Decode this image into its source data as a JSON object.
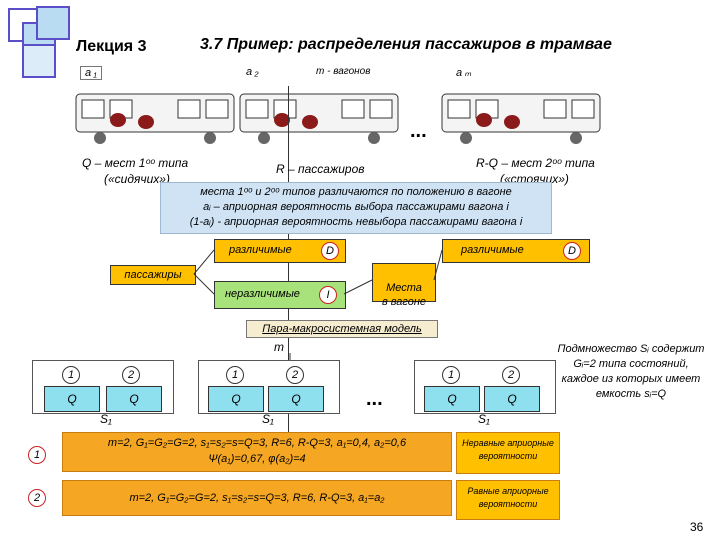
{
  "header": {
    "lecture": "Лекция 3",
    "title": "3.7 Пример: распределения пассажиров в трамвае"
  },
  "tram": {
    "a1": "a ₁",
    "a2": "a ₂",
    "am": "a ₘ",
    "m_label": "m - вагонов",
    "dots": "..."
  },
  "texts": {
    "q_seats": "Q – мест 1ᵒᵒ типа",
    "sitting": "(«сидячих»)",
    "r_pass": "R – пассажиров",
    "rq_seats": "R-Q – мест 2ᵒᵒ типа",
    "standing": "(«стоячих»)",
    "blue1": "места 1ᵒᵒ и 2ᵒᵒ типов различаются по положению в вагоне",
    "blue2": "aᵢ – априорная вероятность выбора пассажирами вагона i",
    "blue3": "(1-aᵢ) - априорная вероятность невыбора пассажирами вагона i"
  },
  "diagram": {
    "distinguishable1": "различимые",
    "d1": "D",
    "passengers": "пассажиры",
    "indistinguishable": "неразличимые",
    "i": "I",
    "places": "Места\nв вагоне",
    "distinguishable2": "различимые",
    "d2": "D"
  },
  "model": {
    "title": "Пара-макросистемная модель",
    "m": "m",
    "groups": [
      {
        "n1": "1",
        "n2": "2",
        "q1": "Q",
        "q2": "Q",
        "s": "S₁"
      },
      {
        "n1": "1",
        "n2": "2",
        "q1": "Q",
        "q2": "Q",
        "s": "S₁"
      },
      {
        "n1": "1",
        "n2": "2",
        "q1": "Q",
        "q2": "Q",
        "s": "S₁"
      }
    ],
    "dots": "...",
    "note": "Подмножество Sᵢ содержит Gᵢ=2 типа состояний, каждое из которых имеет емкость sᵢ=Q"
  },
  "examples": [
    {
      "num": "1",
      "line1": "m=2, G₁=G₂=G=2, s₁=s₂=s=Q=3, R=6, R-Q=3, a₁=0,4, a₂=0,6",
      "line2": "Ψ(a₁)=0,67, φ(a₂)=4",
      "side": "Неравные априорные вероятности"
    },
    {
      "num": "2",
      "line1": "m=2, G₁=G₂=G=2, s₁=s₂=s=Q=3, R=6, R-Q=3, a₁=a₂",
      "line2": "",
      "side": "Равные априорные вероятности"
    }
  ],
  "page_number": "36",
  "colors": {
    "green": "#a8e27a",
    "yellow": "#ffc000",
    "orange": "#f5a623",
    "blue": "#cfe3f5",
    "cyan": "#8fe0ef"
  }
}
